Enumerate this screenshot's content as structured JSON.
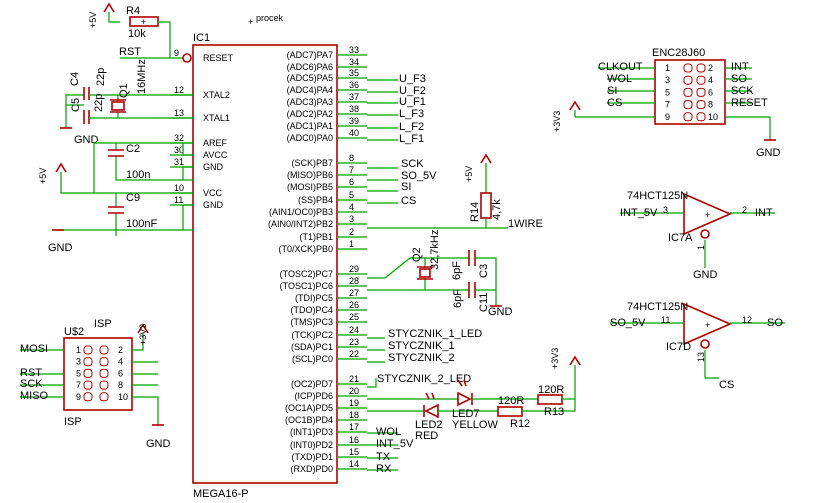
{
  "mcu": {
    "ref": "IC1",
    "value": "MEGA16-P",
    "left_pins": [
      {
        "num": "9",
        "name": "RESET"
      },
      {
        "num": "12",
        "name": "XTAL2"
      },
      {
        "num": "13",
        "name": "XTAL1"
      },
      {
        "num": "32",
        "name": "AREF"
      },
      {
        "num": "30",
        "name": "AVCC"
      },
      {
        "num": "31",
        "name": "GND"
      },
      {
        "num": "10",
        "name": "VCC"
      },
      {
        "num": "11",
        "name": "GND"
      }
    ],
    "right_pins": [
      {
        "num": "33",
        "name": "(ADC7)PA7"
      },
      {
        "num": "34",
        "name": "(ADC6)PA6"
      },
      {
        "num": "35",
        "name": "(ADC5)PA5"
      },
      {
        "num": "36",
        "name": "(ADC4)PA4"
      },
      {
        "num": "37",
        "name": "(ADC3)PA3"
      },
      {
        "num": "38",
        "name": "(ADC2)PA2"
      },
      {
        "num": "39",
        "name": "(ADC1)PA1"
      },
      {
        "num": "40",
        "name": "(ADC0)PA0"
      },
      {
        "num": "8",
        "name": "(SCK)PB7"
      },
      {
        "num": "7",
        "name": "(MISO)PB6"
      },
      {
        "num": "6",
        "name": "(MOSI)PB5"
      },
      {
        "num": "5",
        "name": "(SS)PB4"
      },
      {
        "num": "4",
        "name": "(AIN1/OC0)PB3"
      },
      {
        "num": "3",
        "name": "(AIN0/INT2)PB2"
      },
      {
        "num": "2",
        "name": "(T1)PB1"
      },
      {
        "num": "1",
        "name": "(T0/XCK)PB0"
      },
      {
        "num": "29",
        "name": "(TOSC2)PC7"
      },
      {
        "num": "28",
        "name": "(TOSC1)PC6"
      },
      {
        "num": "27",
        "name": "(TDI)PC5"
      },
      {
        "num": "26",
        "name": "(TDO)PC4"
      },
      {
        "num": "25",
        "name": "(TMS)PC3"
      },
      {
        "num": "24",
        "name": "(TCK)PC2"
      },
      {
        "num": "23",
        "name": "(SDA)PC1"
      },
      {
        "num": "22",
        "name": "(SCL)PC0"
      },
      {
        "num": "21",
        "name": "(OC2)PD7"
      },
      {
        "num": "20",
        "name": "(ICP)PD6"
      },
      {
        "num": "19",
        "name": "(OC1A)PD5"
      },
      {
        "num": "18",
        "name": "(OC1B)PD4"
      },
      {
        "num": "17",
        "name": "(INT1)PD3"
      },
      {
        "num": "16",
        "name": "(INT0)PD2"
      },
      {
        "num": "15",
        "name": "(TXD)PD1"
      },
      {
        "num": "14",
        "name": "(RXD)PD0"
      }
    ]
  },
  "right_nets": [
    "U_F3",
    "U_F2",
    "U_F1",
    "L_F3",
    "L_F2",
    "L_F1",
    "SCK",
    "SO_5V",
    "SI",
    "CS",
    "1WIRE",
    "STYCZNIK_1_LED",
    "STYCZNIK_1",
    "STYCZNIK_2",
    "STYCZNIK_2_LED",
    "WOL",
    "INT_5V",
    "TX",
    "RX"
  ],
  "labels": {
    "procek": "procek",
    "plus5v": "+5V",
    "plus3v3": "+3V3",
    "gnd": "GND",
    "rst": "RST",
    "r4": "R4",
    "r4_val": "10k",
    "c4": "C4",
    "c4_val": "22p",
    "c5": "C5",
    "c5_val": "22p",
    "q1": "Q1",
    "q1_val": "16MHz",
    "c2": "C2",
    "c2_val": "100n",
    "c9": "C9",
    "c9_val": "100nF",
    "r14": "R14",
    "r14_val": "4,7k",
    "q2": "Q2",
    "q2_val": "32,7kHz",
    "c3": "C3",
    "c3_val": "6pF",
    "c11": "C11",
    "c11_val": "6pF",
    "led2": "LED2",
    "led2_val": "RED",
    "led7": "LED7",
    "led7_val": "YELLOW",
    "r12": "R12",
    "r12_val": "120R",
    "r13": "R13",
    "r13_val": "120R"
  },
  "isp": {
    "ref": "U$2",
    "name": "ISP",
    "nets": [
      "MOSI",
      "RST",
      "SCK",
      "MISO"
    ],
    "pins": [
      "1",
      "2",
      "3",
      "4",
      "5",
      "6",
      "7",
      "8",
      "9",
      "10"
    ]
  },
  "enc": {
    "name": "ENC28J60",
    "left_nets": [
      "CLKOUT",
      "WOL",
      "SI",
      "CS"
    ],
    "right_nets": [
      "INT",
      "SO",
      "SCK",
      "RESET"
    ],
    "pins": [
      "1",
      "2",
      "3",
      "4",
      "5",
      "6",
      "7",
      "8",
      "9",
      "10"
    ]
  },
  "buf1": {
    "type": "74HCT125N",
    "ref": "IC7A",
    "in": "INT_5V",
    "out": "INT",
    "in_pin": "3",
    "out_pin": "2",
    "en_pin": "1"
  },
  "buf2": {
    "type": "74HCT125N",
    "ref": "IC7D",
    "in": "SO_5V",
    "out": "SO",
    "in_pin": "11",
    "out_pin": "12",
    "en_pin": "13",
    "en_net": "CS"
  }
}
